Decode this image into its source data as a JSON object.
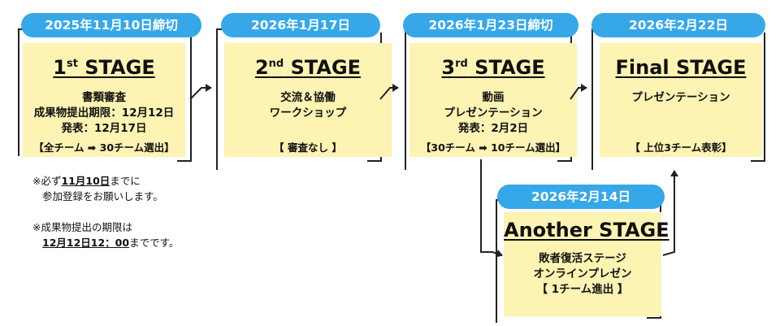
{
  "stages": [
    {
      "date": "2025年11月10日締切",
      "title_main": "1",
      "title_sup": "st",
      "title_rest": " STAGE",
      "lines": [
        "書類審査",
        "成果物提出期限：12月12日",
        "発表：12月17日"
      ],
      "note": "【全チーム ➡ 30チーム選出】"
    },
    {
      "date": "2026年1月17日",
      "title_main": "2",
      "title_sup": "nd",
      "title_rest": " STAGE",
      "lines": [
        "交流＆協働",
        "ワークショップ"
      ],
      "note": "【 審査なし 】"
    },
    {
      "date": "2026年1月23日締切",
      "title_main": "3",
      "title_sup": "rd",
      "title_rest": " STAGE",
      "lines": [
        "動画",
        "プレゼンテーション",
        "発表：2月2日"
      ],
      "note": "【30チーム ➡ 10チーム選出】"
    },
    {
      "date": "2026年2月22日",
      "title_main": "Final STAGE",
      "title_sup": "",
      "title_rest": "",
      "lines": [
        "プレゼンテーション"
      ],
      "note": "【 上位3チーム表彰】"
    },
    {
      "date": "2026年2月14日",
      "title_main": "Another STAGE",
      "title_sup": "",
      "title_rest": "",
      "lines": [
        "敗者復活ステージ",
        "オンラインプレゼン",
        "【 1チーム進出 】"
      ],
      "note": ""
    }
  ],
  "notes": {
    "note1_prefix": "※必ず",
    "note1_date": "11月10日",
    "note1_suffix": "までに",
    "note1_line2": "参加登録をお願いします。",
    "note2_line1": "※成果物提出の期限は",
    "note2_date": "12月12日12：00",
    "note2_suffix": "までです。"
  },
  "colors": {
    "pill": "#36a8e8",
    "box": "#fdf3b3",
    "line": "#222222"
  }
}
